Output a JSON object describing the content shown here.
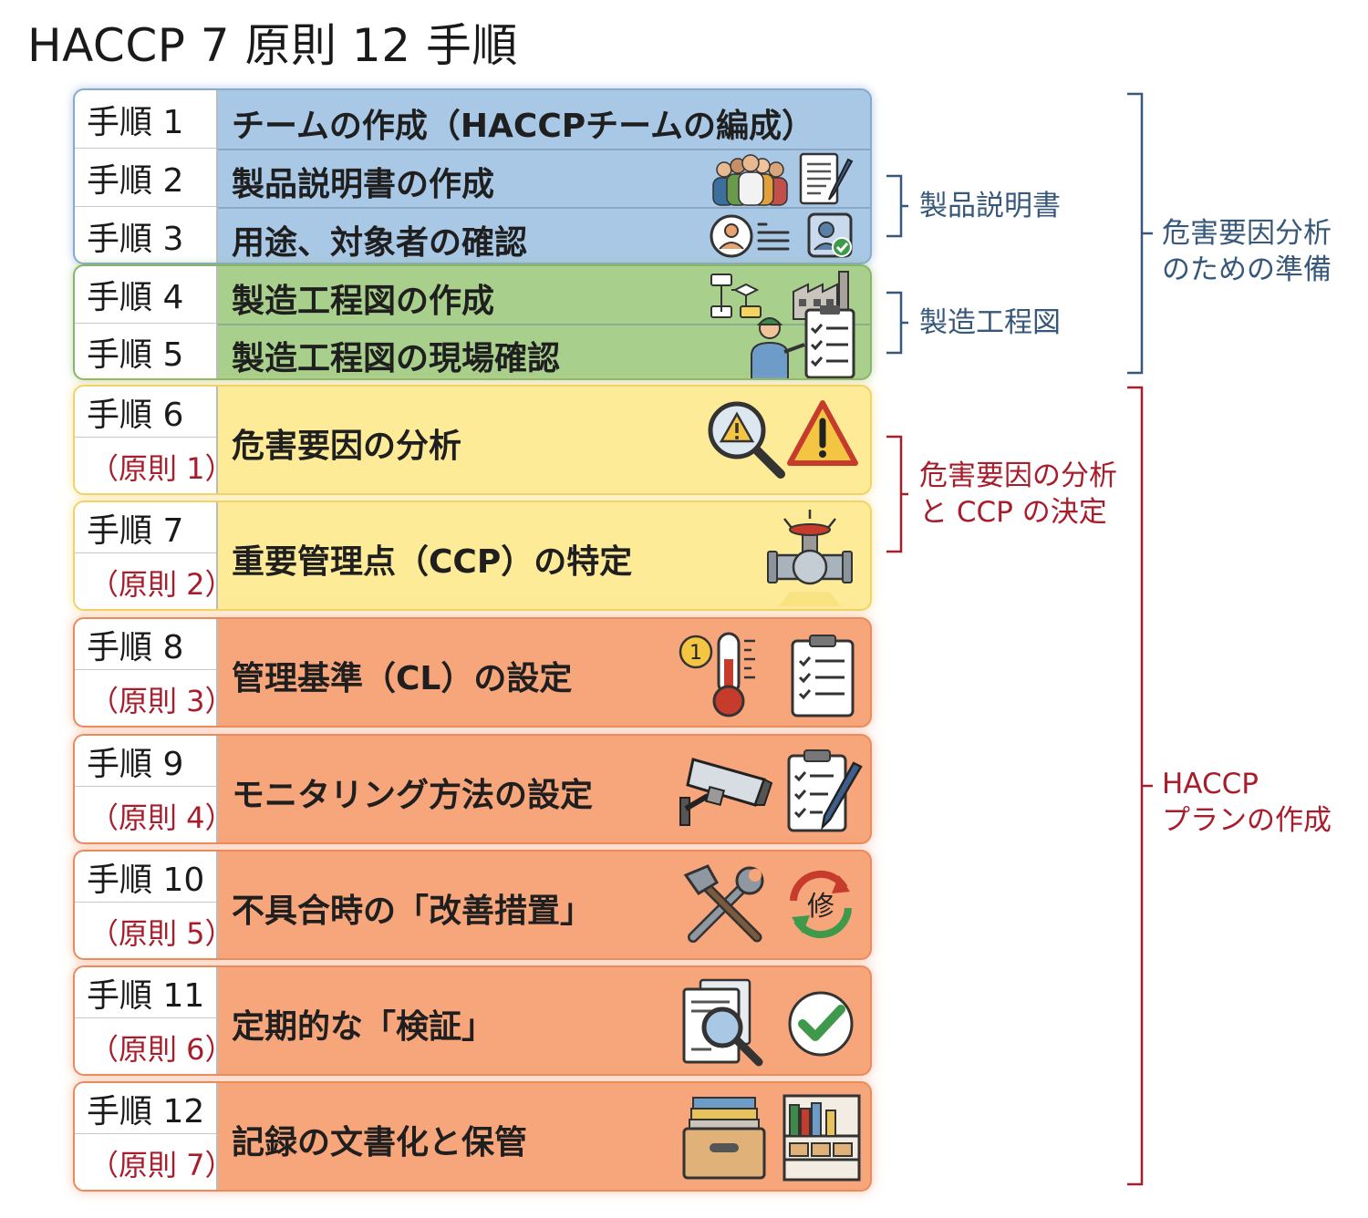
{
  "title": "HACCP 7 原則 12 手順",
  "steps": [
    {
      "step": "手順 1",
      "label": "チームの作成（HACCPチームの編成）"
    },
    {
      "step": "手順 2",
      "label": "製品説明書の作成",
      "icons": [
        "team-people-icon",
        "document-pen-icon"
      ]
    },
    {
      "step": "手順 3",
      "label": "用途、対象者の確認",
      "icons": [
        "user-list-icon",
        "user-check-icon"
      ]
    },
    {
      "step": "手順 4",
      "label": "製造工程図の作成",
      "icons": [
        "flowchart-icon",
        "factory-icon"
      ]
    },
    {
      "step": "手順 5",
      "label": "製造工程図の現場確認",
      "icons": [
        "worker-checklist-icon"
      ]
    },
    {
      "step": "手順 6",
      "principle": "（原則 1）",
      "label": "危害要因の分析",
      "icons": [
        "magnifier-warning-icon",
        "warning-triangle-icon"
      ]
    },
    {
      "step": "手順 7",
      "principle": "（原則 2）",
      "label": "重要管理点（CCP）の特定",
      "icons": [
        "valve-icon"
      ]
    },
    {
      "step": "手順 8",
      "principle": "（原則 3）",
      "label": "管理基準（CL）の設定",
      "icons": [
        "thermometer-icon",
        "checklist-icon"
      ]
    },
    {
      "step": "手順 9",
      "principle": "（原則 4）",
      "label": "モニタリング方法の設定",
      "icons": [
        "security-camera-icon",
        "clipboard-pen-icon"
      ]
    },
    {
      "step": "手順 10",
      "principle": "（原則 5）",
      "label": "不具合時の「改善措置」",
      "icons": [
        "wrench-hammer-icon",
        "repair-cycle-icon"
      ]
    },
    {
      "step": "手順 11",
      "principle": "（原則 6）",
      "label": "定期的な「検証」",
      "icons": [
        "document-search-icon",
        "check-circle-icon"
      ]
    },
    {
      "step": "手順 12",
      "principle": "（原則 7）",
      "label": "記録の文書化と保管",
      "icons": [
        "archive-box-icon",
        "bookshelf-icon"
      ]
    }
  ],
  "thermometer_badge": "1",
  "repair_glyph": "修",
  "groups": {
    "product_description": "製品説明書",
    "process_flow": "製造工程図",
    "hazard_ccp": [
      "危害要因の分析",
      "と CCP の決定"
    ],
    "preparation": [
      "危害要因分析",
      "のための準備"
    ],
    "haccp_plan": [
      "HACCP",
      "プランの作成"
    ]
  },
  "colors": {
    "blue": "#a9c8e6",
    "green": "#a9cf8c",
    "yellow": "#fdeb98",
    "orange": "#f7a57a",
    "side_blue": "#37587a",
    "side_red": "#a81d2b"
  }
}
